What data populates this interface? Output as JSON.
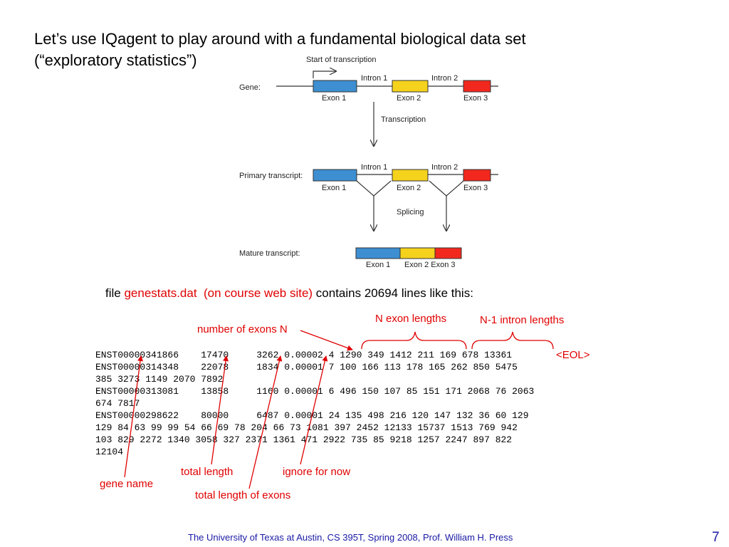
{
  "slide": {
    "title_line1": "Let’s use IQagent to play around with a fundamental biological data set",
    "title_line2": "(“exploratory statistics”)",
    "footer": "The University of Texas at Austin, CS 395T, Spring 2008, Prof. William H. Press",
    "page_number": "7"
  },
  "diagram": {
    "start_label": "Start of transcription",
    "gene_label": "Gene:",
    "primary_label": "Primary transcript:",
    "mature_label": "Mature transcript:",
    "transcription_label": "Transcription",
    "splicing_label": "Splicing",
    "intron1": "Intron 1",
    "intron2": "Intron 2",
    "exon1": "Exon 1",
    "exon2": "Exon 2",
    "exon3": "Exon 3",
    "mature_exon23": "Exon 2 Exon 3",
    "colors": {
      "exon1": "#3d8fd1",
      "exon2": "#f5d21c",
      "exon3": "#f2281e"
    }
  },
  "file_line": {
    "prefix": "file ",
    "filename": "genestats.dat",
    "location": "(on course web site)",
    "suffix": " contains 20694 lines like this:"
  },
  "annotations": {
    "n_exon_lengths": "N exon lengths",
    "intron_lengths": "N-1 intron lengths",
    "number_of_exons": "number of exons N",
    "eol": "<EOL>",
    "total_length": "total length",
    "ignore": "ignore for now",
    "gene_name": "gene name",
    "total_exon_length": "total length of exons"
  },
  "data_lines": [
    "ENST00000341866    17470     3262 0.00002 4 1290 349 1412 211 169 678 13361",
    "ENST00000314348    22078     1834 0.00001 7 100 166 113 178 165 262 850 5475",
    "385 3273 1149 2070 7892",
    "ENST00000313081    13858     1160 0.00001 6 496 150 107 85 151 171 2068 76 2063",
    "674 7817",
    "ENST00000298622    80000     6487 0.00001 24 135 498 216 120 147 132 36 60 129",
    "129 84 63 99 99 54 66 69 78 204 66 73 1081 397 2452 12133 15737 1513 769 942",
    "103 829 2272 1340 3058 327 2371 1361 471 2922 735 85 9218 1257 2247 897 822",
    "12104"
  ]
}
